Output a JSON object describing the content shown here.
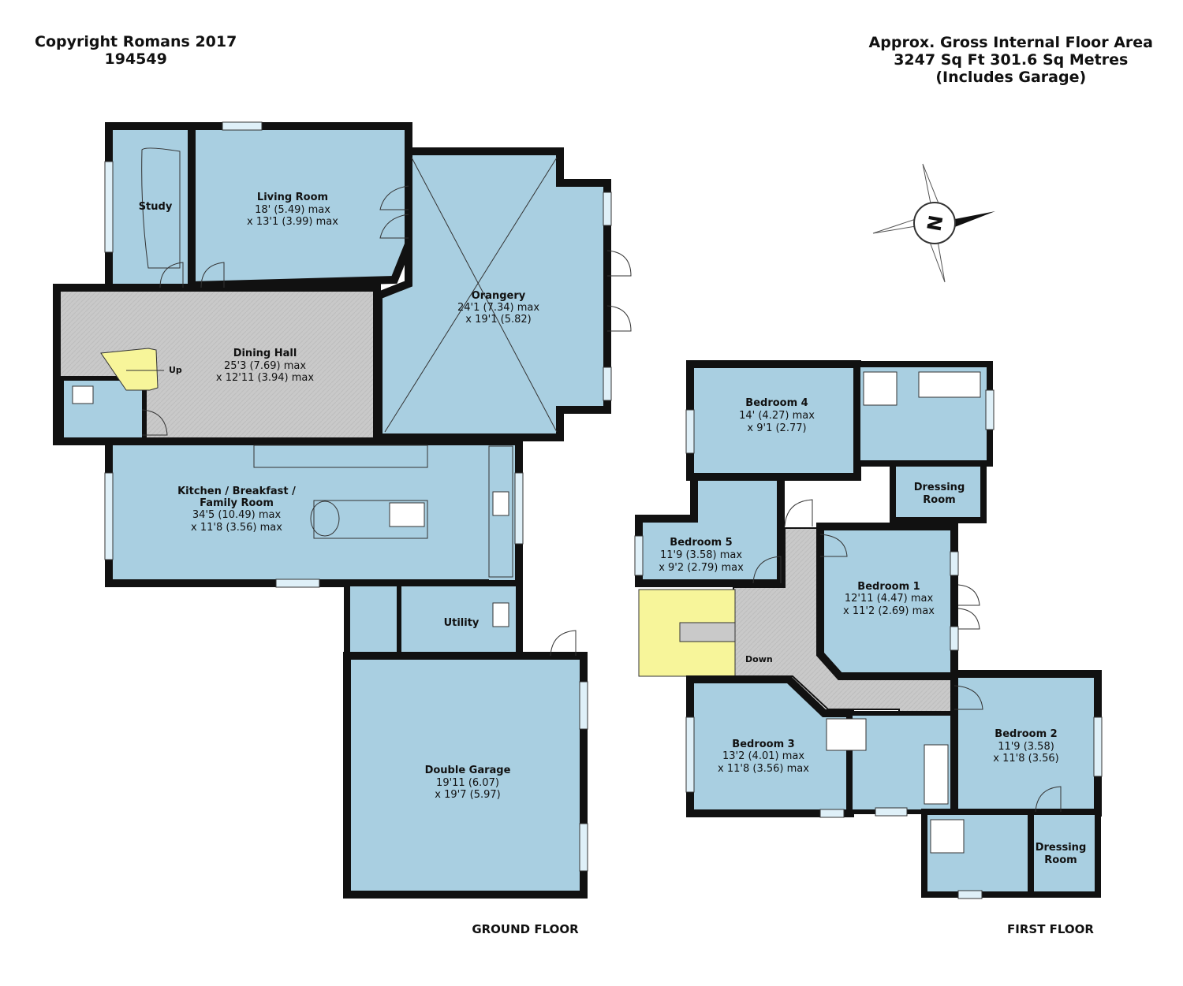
{
  "header": {
    "copyright": "Copyright Romans 2017",
    "ref": "194549",
    "area_title": "Approx. Gross Internal Floor Area",
    "area_value": "3247 Sq Ft 301.6 Sq Metres",
    "area_note": "(Includes Garage)"
  },
  "colors": {
    "room": "#a9cfe1",
    "wall": "#111111",
    "hall": "#c9c9c9",
    "stairs": "#f7f59a",
    "window": "#dff0f8"
  },
  "compass": {
    "letter": "N",
    "icon": "compass-rose-icon"
  },
  "ground_floor": {
    "label": "GROUND FLOOR",
    "rooms": {
      "study": {
        "name": "Study"
      },
      "living": {
        "name": "Living Room",
        "dim1": "18' (5.49) max",
        "dim2": "x 13'1 (3.99) max"
      },
      "orangery": {
        "name": "Orangery",
        "dim1": "24'1 (7.34) max",
        "dim2": "x 19'1 (5.82)"
      },
      "dining": {
        "name": "Dining Hall",
        "dim1": "25'3 (7.69) max",
        "dim2": "x 12'11 (3.94) max"
      },
      "kitchen": {
        "name1": "Kitchen / Breakfast /",
        "name2": "Family Room",
        "dim1": "34'5 (10.49) max",
        "dim2": "x 11'8 (3.56) max"
      },
      "utility": {
        "name": "Utility"
      },
      "garage": {
        "name": "Double Garage",
        "dim1": "19'11 (6.07)",
        "dim2": "x 19'7 (5.97)"
      }
    },
    "stairs_label": "Up"
  },
  "first_floor": {
    "label": "FIRST FLOOR",
    "rooms": {
      "bed4": {
        "name": "Bedroom 4",
        "dim1": "14' (4.27) max",
        "dim2": "x 9'1 (2.77)"
      },
      "dressing1": {
        "name1": "Dressing",
        "name2": "Room"
      },
      "bed5": {
        "name": "Bedroom 5",
        "dim1": "11'9 (3.58) max",
        "dim2": "x 9'2 (2.79) max"
      },
      "bed1": {
        "name": "Bedroom 1",
        "dim1": "12'11 (4.47) max",
        "dim2": "x 11'2 (2.69) max"
      },
      "bed3": {
        "name": "Bedroom 3",
        "dim1": "13'2 (4.01) max",
        "dim2": "x 11'8 (3.56) max"
      },
      "bed2": {
        "name": "Bedroom 2",
        "dim1": "11'9 (3.58)",
        "dim2": "x 11'8 (3.56)"
      },
      "dressing2": {
        "name1": "Dressing",
        "name2": "Room"
      }
    },
    "stairs_label": "Down"
  }
}
